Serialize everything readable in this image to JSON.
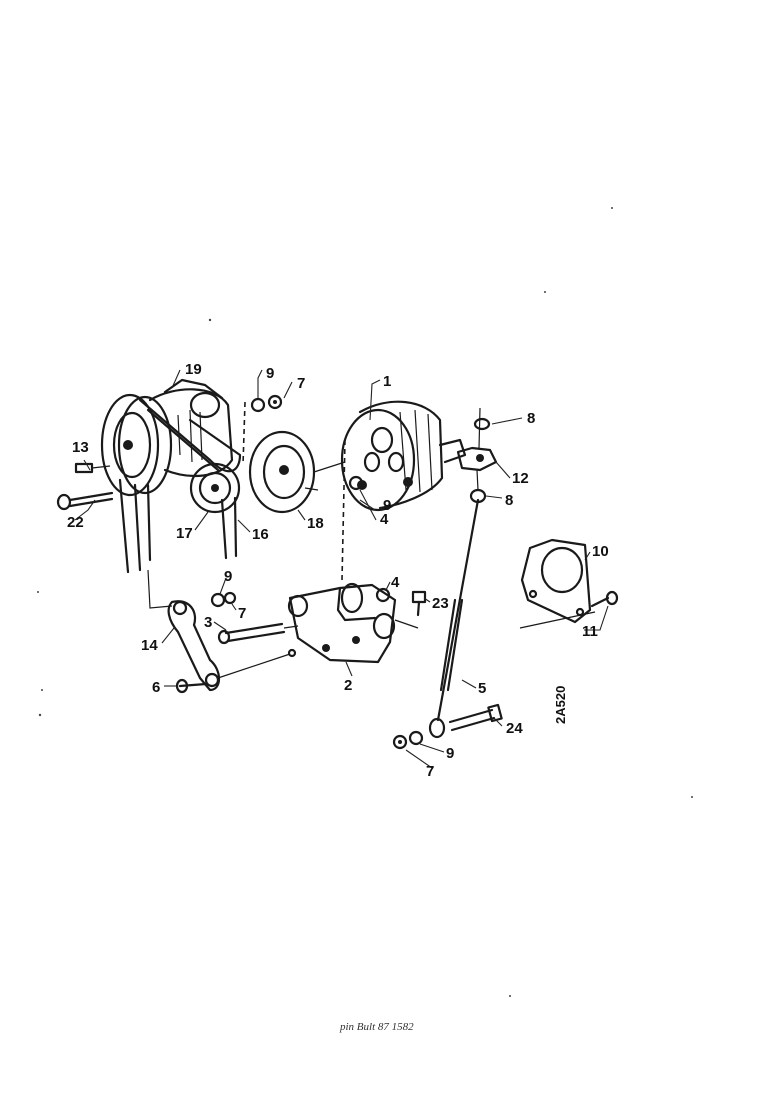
{
  "figure": {
    "drawing_code": "2A520",
    "footer_note": "pin  Bult 87  1582"
  },
  "callouts": {
    "c1": "1",
    "c2": "2",
    "c3": "3",
    "c4a": "4",
    "c4b": "4",
    "c5": "5",
    "c6": "6",
    "c7a": "7",
    "c7b": "7",
    "c7c": "7",
    "c8a": "8",
    "c8b": "8",
    "c9a": "9",
    "c9b": "9",
    "c9c": "9",
    "c9d": "9",
    "c10": "10",
    "c11": "11",
    "c12": "12",
    "c13": "13",
    "c14": "14",
    "c16": "16",
    "c17": "17",
    "c18": "18",
    "c19": "19",
    "c22": "22",
    "c23": "23",
    "c24": "24"
  }
}
